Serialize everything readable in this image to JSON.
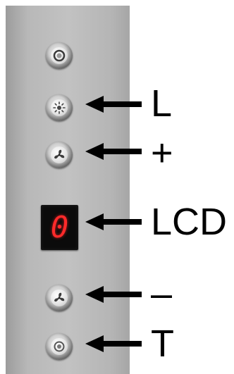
{
  "labels": {
    "light": "L",
    "plus": "+",
    "lcd": "LCD",
    "minus": "–",
    "timer": "T"
  },
  "display": {
    "digit": "0",
    "digit_color": "#ff2a2a"
  },
  "icons": {
    "top_button": "ring-button-icon",
    "light_button": "light-sun-icon",
    "fan_up_button": "fan-icon",
    "fan_down_button": "fan-icon",
    "timer_button": "timer-ring-icon",
    "arrow": "arrow-left-icon"
  },
  "colors": {
    "panel": "#b8b8b8",
    "arrow": "#000000"
  }
}
